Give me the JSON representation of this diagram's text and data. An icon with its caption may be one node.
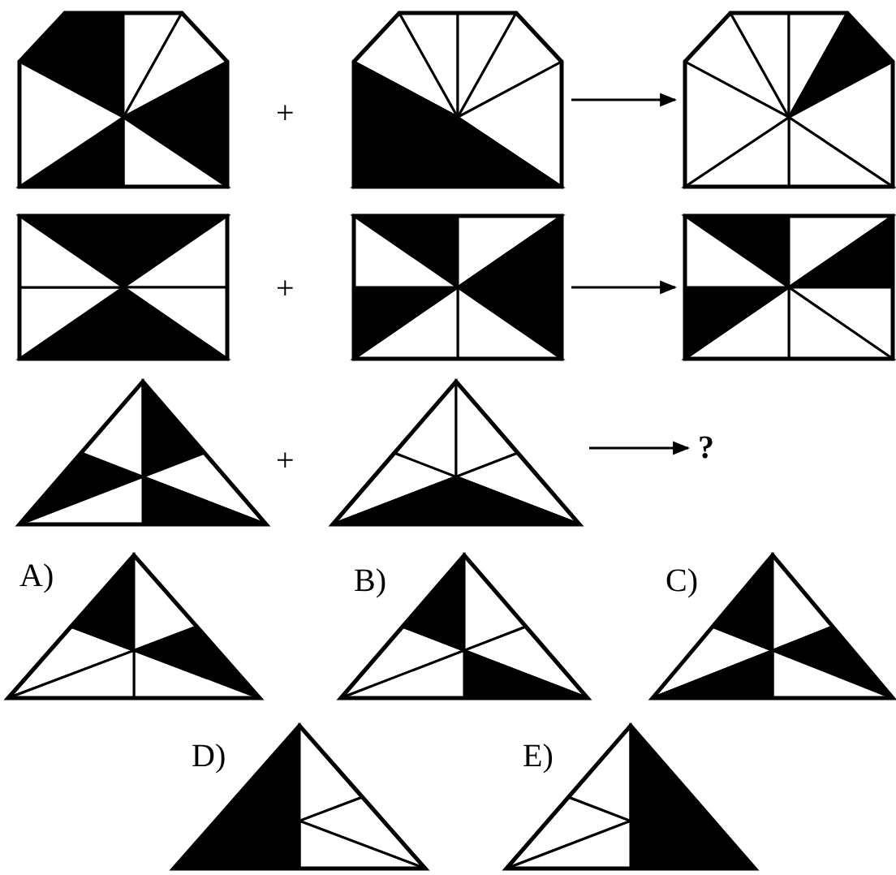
{
  "diagram": {
    "nodes": [
      {
        "text": [],
        "shape": "picture"
      },
      {
        "text": [],
        "shape": "picture"
      },
      {
        "text": [],
        "shape": "picture"
      },
      {
        "text": [],
        "shape": "picture"
      },
      {
        "text": [],
        "shape": "picture"
      },
      {
        "text": [],
        "shape": "picture"
      },
      {
        "text": [],
        "shape": "picture"
      },
      {
        "text": [],
        "shape": "picture"
      },
      {
        "text": [
          "?"
        ]
      }
    ],
    "edges": [
      {
        "from": 1,
        "to": 2,
        "arrow": "to"
      },
      {
        "from": 4,
        "to": 5,
        "arrow": "to"
      },
      {
        "from": 7,
        "to": 8,
        "arrow": "to"
      }
    ],
    "labels": [
      "+",
      "+",
      "+",
      "A)",
      "B)",
      "C)",
      "D)",
      "E)"
    ]
  }
}
